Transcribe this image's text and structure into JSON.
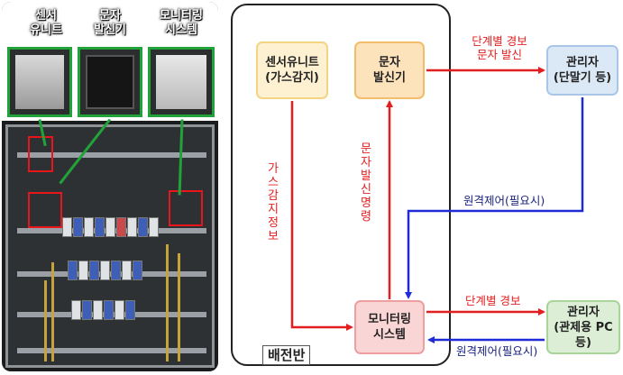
{
  "photo": {
    "devices": [
      {
        "id": "sensor",
        "label_lines": [
          "센서",
          "유니트"
        ]
      },
      {
        "id": "sender",
        "label_lines": [
          "문자",
          "발신기"
        ]
      },
      {
        "id": "monitor",
        "label_lines": [
          "모니터링",
          "시스템"
        ]
      }
    ]
  },
  "panel": {
    "label": "배전반"
  },
  "nodes": {
    "sensor": {
      "lines": [
        "센서유니트",
        "(가스감지)"
      ]
    },
    "sender": {
      "lines": [
        "문자",
        "발신기"
      ]
    },
    "manager_terminal": {
      "lines": [
        "관리자",
        "(단말기 등)"
      ]
    },
    "monitor": {
      "lines": [
        "모니터링",
        "시스템"
      ]
    },
    "manager_pc": {
      "lines": [
        "관리자",
        "(관제용 PC 등)"
      ]
    }
  },
  "edges": {
    "gas_info": {
      "label_chars": [
        "가",
        "스",
        "감",
        "지",
        "정",
        "보"
      ]
    },
    "sms_command": {
      "label_chars": [
        "문",
        "자",
        "발",
        "신",
        "명",
        "령"
      ]
    },
    "stage_alarm_sms": {
      "lines": [
        "단계별 경보",
        "문자 발신"
      ]
    },
    "remote_top": {
      "label": "원격제어(필요시)"
    },
    "stage_alarm": {
      "label": "단계별 경보"
    },
    "remote_bottom": {
      "label": "원격제어(필요시)"
    }
  },
  "colors": {
    "red_arrow": "#e41e1e",
    "blue_arrow": "#1f2bd6",
    "green_callout": "#22a33a"
  }
}
